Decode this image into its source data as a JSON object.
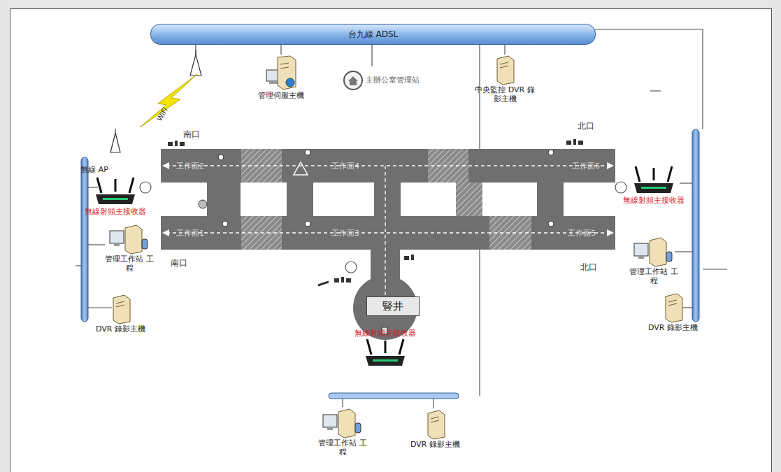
{
  "diagram": {
    "nodes": [
      {
        "text": [
          "台九線 ADSL"
        ]
      },
      {
        "text": [
          "管理伺服主機"
        ]
      },
      {
        "text": [
          "主辦公室管理站"
        ]
      },
      {
        "text": [
          "中央監控 DVR 錄影主機"
        ]
      },
      {
        "text": [
          "無線 AP"
        ]
      },
      {
        "text": [
          "無線射頻主接收器"
        ]
      },
      {
        "text": [
          "管理工作站 工程"
        ]
      },
      {
        "text": [
          "DVR 錄影主機"
        ]
      },
      {
        "text": [
          "無線射頻主接收器"
        ]
      },
      {
        "text": [
          "管理工作站 工程"
        ]
      },
      {
        "text": [
          "DVR 錄影主機"
        ]
      },
      {
        "text": [
          "豎井"
        ]
      },
      {
        "text": [
          "無線射頻主接收器"
        ]
      },
      {
        "text": [
          "管理工作站 工程"
        ]
      },
      {
        "text": [
          "DVR 錄影主機"
        ]
      }
    ],
    "edges": [
      {
        "from": 0,
        "to": 1,
        "arrow": "none"
      },
      {
        "from": 0,
        "to": 3,
        "arrow": "none"
      }
    ],
    "labels": [
      "WiFi",
      "南口",
      "北口",
      "工作面2",
      "工作面4",
      "工作面6",
      "工作面1",
      "工作面3",
      "工作面5",
      "南口",
      "北口"
    ]
  }
}
